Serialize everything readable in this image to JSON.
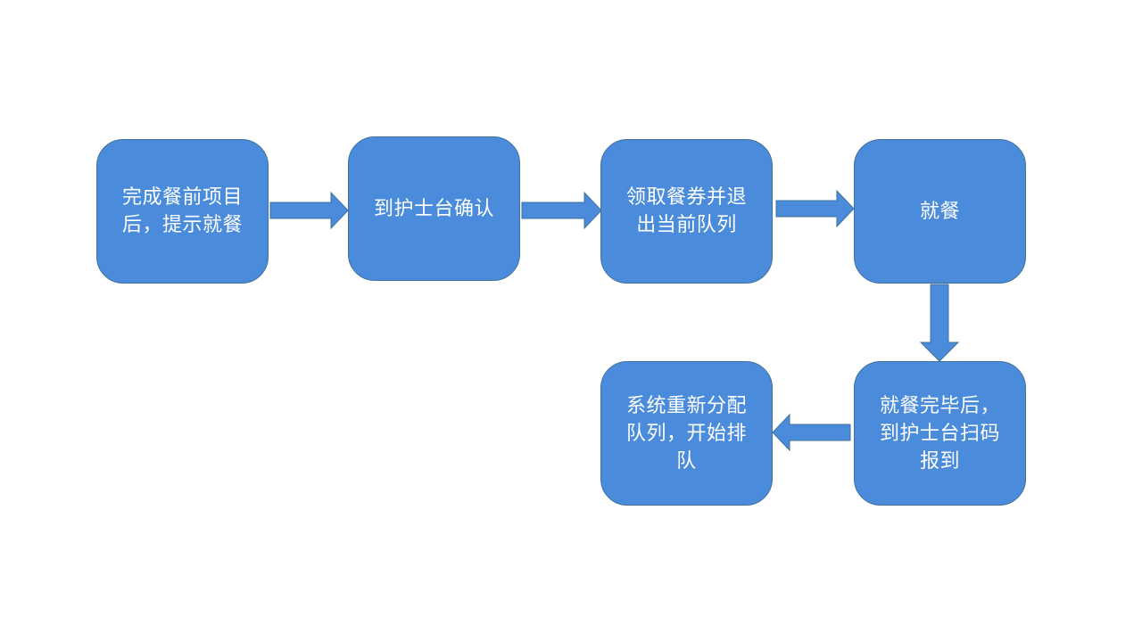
{
  "diagram": {
    "nodes": [
      {
        "id": "n1",
        "text": "完成餐前项目\n后，提示就餐"
      },
      {
        "id": "n2",
        "text": "到护士台确认"
      },
      {
        "id": "n3",
        "text": "领取餐券并退\n出当前队列"
      },
      {
        "id": "n4",
        "text": "就餐"
      },
      {
        "id": "n5",
        "text": "就餐完毕后，\n到护士台扫码\n报到"
      },
      {
        "id": "n6",
        "text": "系统重新分配\n队列，开始排\n队"
      }
    ],
    "edges": [
      {
        "from": "n1",
        "to": "n2"
      },
      {
        "from": "n2",
        "to": "n3"
      },
      {
        "from": "n3",
        "to": "n4"
      },
      {
        "from": "n4",
        "to": "n5"
      },
      {
        "from": "n5",
        "to": "n6"
      }
    ],
    "colors": {
      "node_fill": "#4a8cdb",
      "node_border": "#41719c",
      "node_text": "#ffffff",
      "arrow_fill": "#4a8cdb",
      "arrow_border": "#41719c",
      "background": "#ffffff"
    }
  }
}
